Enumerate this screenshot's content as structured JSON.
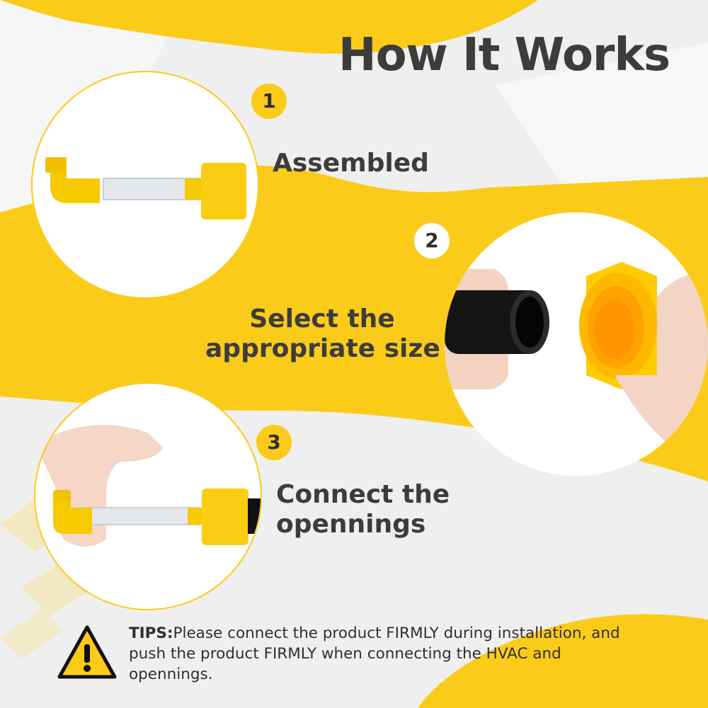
{
  "title": "How It Works",
  "steps": [
    {
      "number": "1",
      "label_lines": [
        "Assembled"
      ]
    },
    {
      "number": "2",
      "label_lines": [
        "Select the",
        "appropriate size"
      ]
    },
    {
      "number": "3",
      "label_lines": [
        "Connect the",
        "opennings"
      ]
    }
  ],
  "tips": {
    "label": "TIPS:",
    "text": "Please connect the product FIRMLY during installation, and push the product FIRMLY when connecting the HVAC and opennings."
  },
  "colors": {
    "accent_yellow": "#fbcb1a",
    "text_dark": "#3c3c3a",
    "background_gray": "#efefef"
  },
  "icons": [
    "warning-icon"
  ]
}
